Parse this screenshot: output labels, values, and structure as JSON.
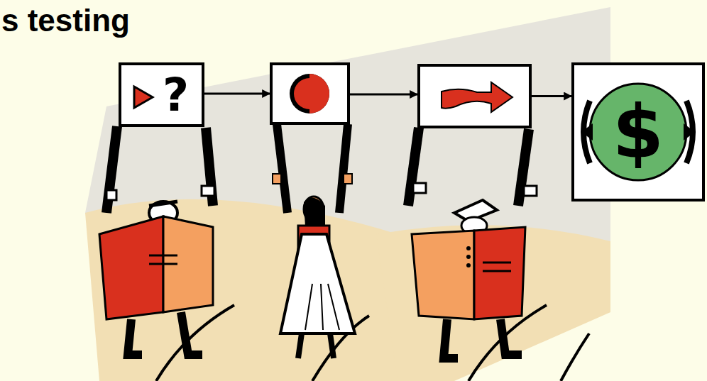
{
  "diagram": {
    "title": "s testing",
    "nodes": [
      {
        "text": [
          "?"
        ]
      },
      {
        "text": []
      },
      {
        "text": []
      },
      {
        "text": [
          "$"
        ]
      }
    ],
    "edges": [
      {
        "from": 0,
        "to": 1,
        "arrow": "to"
      },
      {
        "from": 1,
        "to": 2,
        "arrow": "to"
      },
      {
        "from": 2,
        "to": 3,
        "arrow": "to"
      }
    ]
  }
}
